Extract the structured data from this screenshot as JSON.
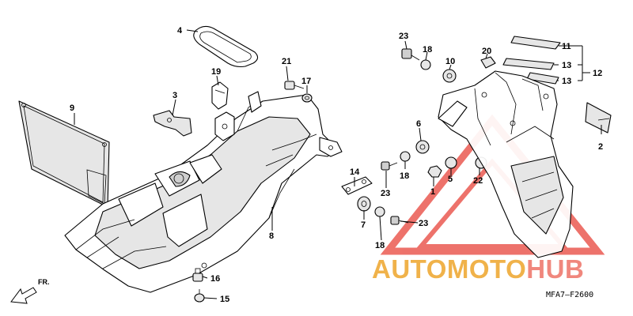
{
  "diagram_code": "MFA7–F2600",
  "direction_label": "FR.",
  "watermark": {
    "part1": "AUTOMOTO",
    "part2": "HUB"
  },
  "callouts": {
    "p1": "1",
    "p2": "2",
    "p3": "3",
    "p4": "4",
    "p5": "5",
    "p6": "6",
    "p7": "7",
    "p8": "8",
    "p9": "9",
    "p10": "10",
    "p11": "11",
    "p12": "12",
    "p13a": "13",
    "p13b": "13",
    "p14": "14",
    "p15": "15",
    "p16": "16",
    "p17": "17",
    "p18a": "18",
    "p18b": "18",
    "p18c": "18",
    "p19": "19",
    "p20": "20",
    "p21": "21",
    "p22": "22",
    "p23a": "23",
    "p23b": "23",
    "p23c": "23"
  },
  "colors": {
    "line": "#000000",
    "watermark_orange": "#f0b24a",
    "watermark_red": "#e8443a"
  }
}
